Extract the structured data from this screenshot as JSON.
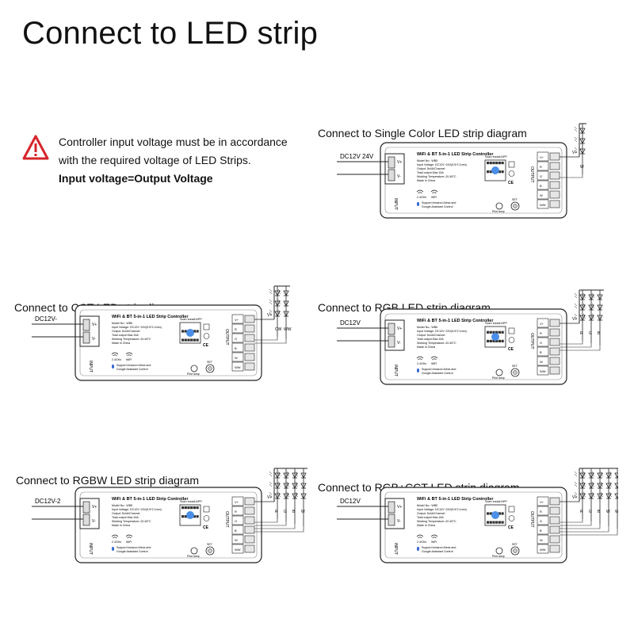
{
  "page": {
    "title": "Connect to LED strip"
  },
  "warning": {
    "icon": "warning-triangle-icon",
    "line1": "Controller input voltage must be in accordance",
    "line2": "with the required voltage of LED Strips.",
    "line3": "Input voltage=Output Voltage"
  },
  "controller": {
    "name": "WiFi & BT 5-in-1 LED Strip Controller",
    "spec_lines": [
      "Model No.: WB5",
      "Input Voltage: DC12V~24V(5.5*2.1mm)",
      "Output: 5x4A/Channel",
      "Total output Max.15A",
      "Working Temperature:-20-60°C",
      "Made in China"
    ],
    "wifi_24": "2.4GHz",
    "wifi_label": "WiFi",
    "voice_line1": "Support Amazon Alexa and",
    "voice_line2": "Google Assistant Control",
    "scan_label": "Scan install APP",
    "pilot_lamp": "Pilot lamp",
    "set_label": "SET",
    "input_label": "INPUT",
    "output_label": "OUTPUT",
    "input_vplus": "V+",
    "input_vminus": "V-",
    "output_terminals": [
      "V+",
      "R",
      "G",
      "B",
      "W",
      "WW"
    ]
  },
  "diagrams": [
    {
      "label": "Connect to Single Color LED strip diagram",
      "input_voltage": "DC12V 24V",
      "strip_terminals": [
        "V+",
        "W"
      ],
      "led_columns": 1
    },
    {
      "label": "Connect to CCT LED strip diagram",
      "input_voltage": "DC12V-",
      "strip_terminals": [
        "V+",
        "CW",
        "WW"
      ],
      "led_columns": 2
    },
    {
      "label": "Connect to RGB LED strip diagram",
      "input_voltage": "DC12V",
      "strip_terminals": [
        "V+",
        "R",
        "G",
        "B"
      ],
      "led_columns": 3
    },
    {
      "label": "Connect to RGBW LED strip diagram",
      "input_voltage": "DC12V-2",
      "strip_terminals": [
        "V+",
        "R",
        "G",
        "B",
        "W"
      ],
      "led_columns": 4
    },
    {
      "label": "Connect to RGB+CCT LED strip diagram",
      "input_voltage": "DC12V",
      "strip_terminals": [
        "V+",
        "R",
        "G",
        "B",
        "W",
        "WW"
      ],
      "led_columns": 5
    }
  ]
}
